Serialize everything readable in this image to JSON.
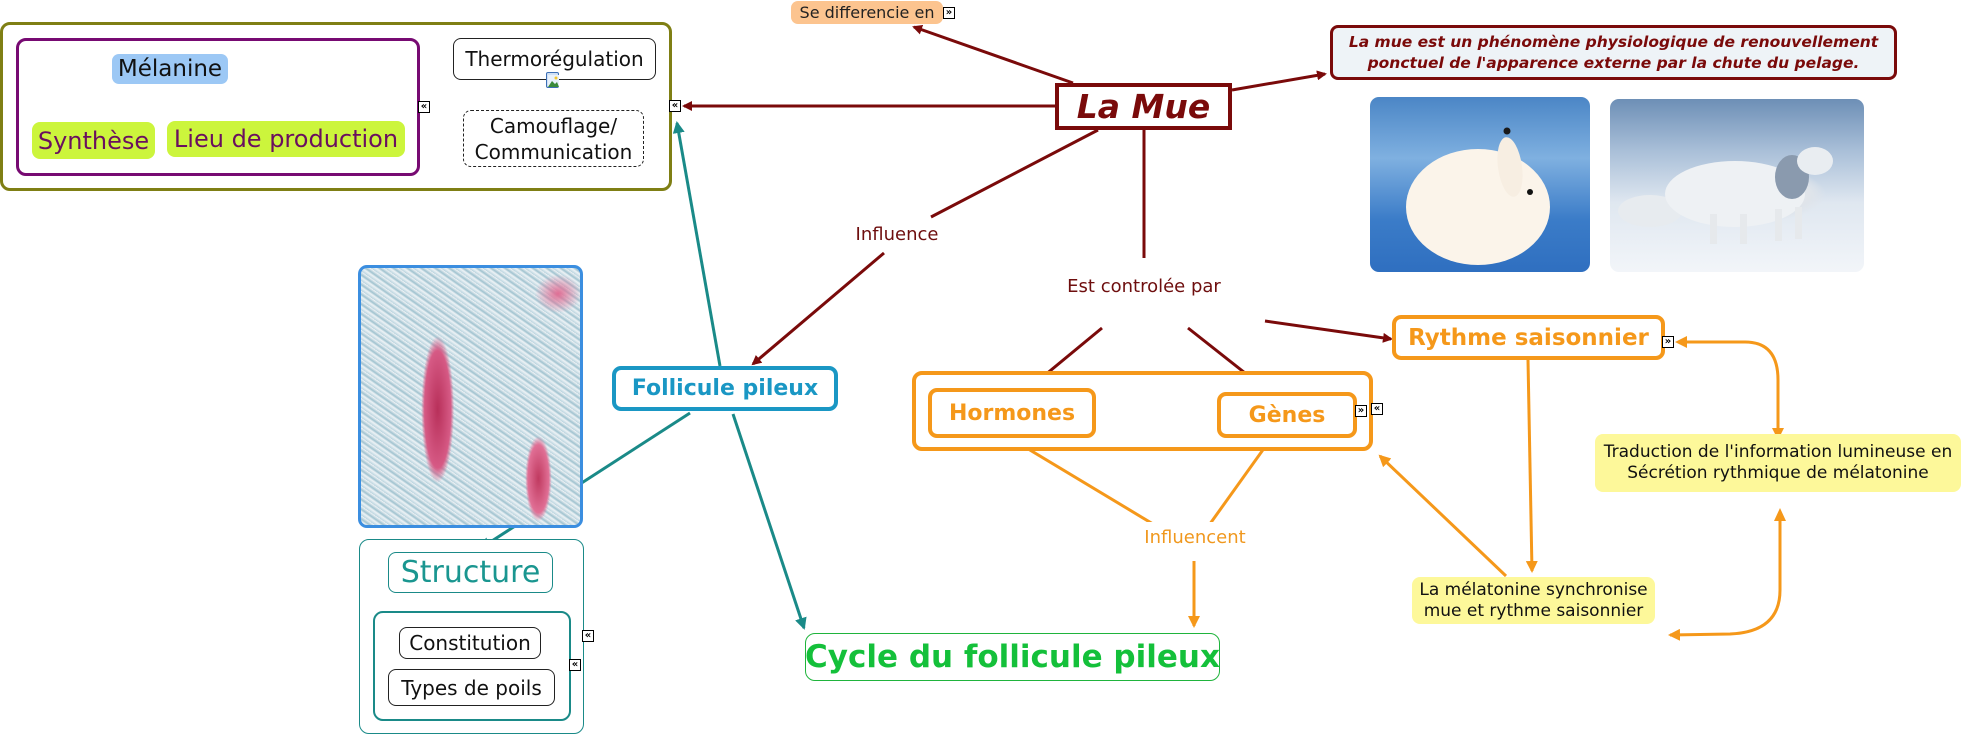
{
  "central": {
    "title": "La Mue"
  },
  "definition": {
    "line1": "La mue est un phénomène physiologique de renouvellement",
    "line2": "ponctuel de l'apparence externe par la chute du pelage."
  },
  "differentiation": {
    "label": "Se differencie en"
  },
  "pigment_group": {
    "melanine": "Mélanine",
    "synthese": "Synthèse",
    "lieu": "Lieu de production",
    "thermoregulation": "Thermorégulation",
    "camouflage_line1": "Camouflage/",
    "camouflage_line2": "Communication"
  },
  "link_labels": {
    "influence": "Influence",
    "controlee": "Est controlée par",
    "influencent": "Influencent"
  },
  "follicle": {
    "title": "Follicule pileux",
    "structure": "Structure",
    "constitution": "Constitution",
    "types": "Types de poils",
    "cycle": "Cycle du follicule pileux"
  },
  "control": {
    "hormones": "Hormones",
    "genes": "Gènes",
    "rythme": "Rythme saisonnier",
    "traduction_line1": "Traduction de l'information lumineuse en",
    "traduction_line2": "Sécrétion rythmique de mélatonine",
    "melatonine_line1": "La mélatonine synchronise",
    "melatonine_line2": "mue et rythme saisonnier"
  },
  "icons": {
    "expand": "»",
    "collapse": "«"
  },
  "images": {
    "hare": "arctic-hare-photo",
    "fox": "arctic-fox-photo",
    "histology": "hair-follicle-histology"
  },
  "colors": {
    "central": "#7a0a0a",
    "follicle": "#1a97c4",
    "control": "#f5981a",
    "cycle": "#14c03a",
    "teal_links": "#1a8a88",
    "pigment_group_border": "#7f7f14",
    "melanine_group_border": "#770a72"
  }
}
